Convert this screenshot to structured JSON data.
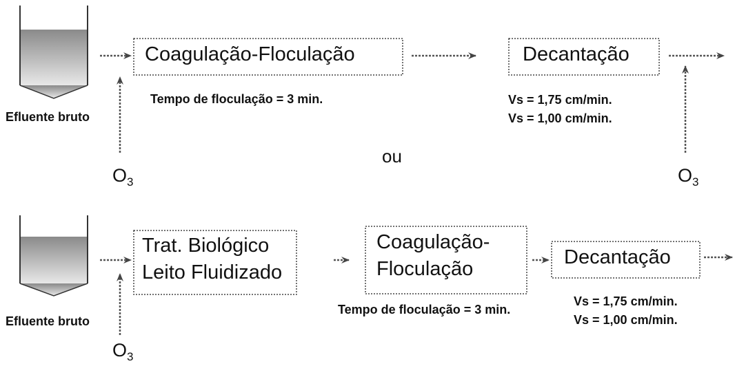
{
  "top_flow": {
    "tank_label": "Efluente bruto",
    "step1": "Coagulação-Floculação",
    "step1_note": "Tempo de floculação = 3 min.",
    "step2": "Decantação",
    "vs1": "Vs = 1,75 cm/min.",
    "vs2": "Vs = 1,00 cm/min.",
    "ozone_left": {
      "base": "O",
      "sub": "3"
    },
    "ozone_right": {
      "base": "O",
      "sub": "3"
    }
  },
  "separator": "ou",
  "bottom_flow": {
    "tank_label": "Efluente bruto",
    "step1_line1": "Trat. Biológico",
    "step1_line2": "Leito Fluidizado",
    "step2_line1": "Coagulação-",
    "step2_line2": "Floculação",
    "step2_note": "Tempo de floculação = 3 min.",
    "step3": "Decantação",
    "vs1": "Vs = 1,75 cm/min.",
    "vs2": "Vs = 1,00 cm/min.",
    "ozone": {
      "base": "O",
      "sub": "3"
    }
  }
}
